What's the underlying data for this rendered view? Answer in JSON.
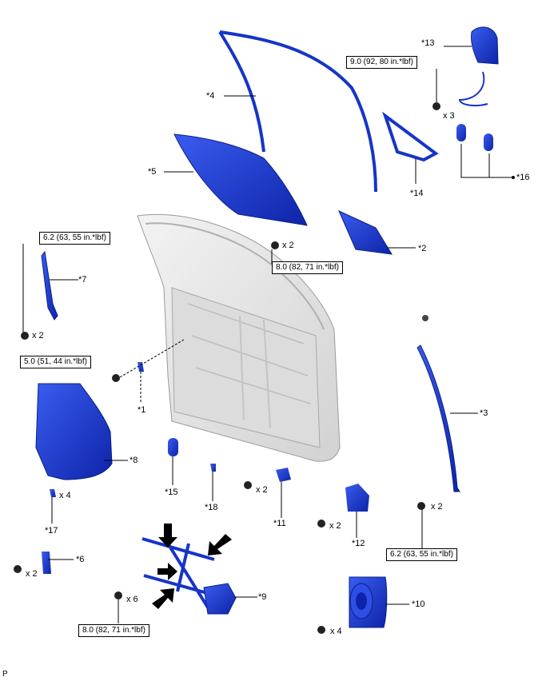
{
  "parts": {
    "p1": "*1",
    "p2": "*2",
    "p3": "*3",
    "p4": "*4",
    "p5": "*5",
    "p6": "*6",
    "p7": "*7",
    "p8": "*8",
    "p9": "*9",
    "p10": "*10",
    "p11": "*11",
    "p12": "*12",
    "p13": "*13",
    "p14": "*14",
    "p15": "*15",
    "p16": "*16",
    "p17": "*17",
    "p18": "*18"
  },
  "torque": {
    "t_mirror": "9.0 (92, 80 in.*lbf)",
    "t_glass": "8.0 (82, 71 in.*lbf)",
    "t_belt_front": "6.2 (63, 55 in.*lbf)",
    "t_handle_frame": "5.0 (51, 44 in.*lbf)",
    "t_belt_rear": "6.2 (63, 55 in.*lbf)",
    "t_regulator": "8.0 (82, 71 in.*lbf)"
  },
  "quantities": {
    "q_mirror": "x 3",
    "q_glass": "x 2",
    "q_belt_front": "x 2",
    "q_panel": "x 4",
    "q_bracket6": "x 2",
    "q_regulator": "x 6",
    "q_part11": "x 2",
    "q_part12": "x 2",
    "q_belt_rear": "x 2",
    "q_speaker": "x 4"
  },
  "footer": {
    "code": "P"
  },
  "colors": {
    "part_blue": "#1f3fd6",
    "part_dark": "#0b1f8a",
    "door_gray": "#e6e6e6"
  }
}
